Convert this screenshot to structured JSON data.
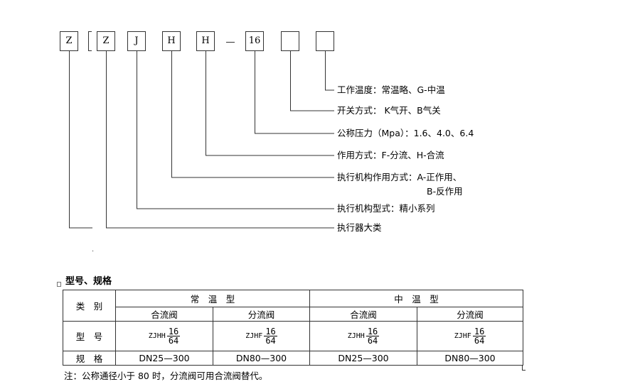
{
  "code": {
    "boxes": [
      "Z",
      "Z",
      "J",
      "H",
      "H",
      "16",
      "",
      ""
    ],
    "dash": "—"
  },
  "descriptions": [
    "工作温度：常温略、G-中温",
    "开关方式： K气开、B气关",
    "公称压力（Mpa）：1.6、4.0、6.4",
    "作用方式：F-分流、H-合流",
    "执行机构作用方式：A-正作用、",
    "B-反作用",
    "执行机构型式：精小系列",
    "执行器大类"
  ],
  "section_title": "型号、规格",
  "table": {
    "category_label": "类　别",
    "group_normal": "常　温　型",
    "group_medium": "中　温　型",
    "sub_headers": [
      "合流阀",
      "分流阀",
      "合流阀",
      "分流阀"
    ],
    "model_label": "型　号",
    "models": [
      {
        "name": "ZJHH",
        "top": "16",
        "bottom": "64"
      },
      {
        "name": "ZJHF",
        "top": "16",
        "bottom": "64"
      },
      {
        "name": "ZJHH",
        "top": "16",
        "bottom": "64"
      },
      {
        "name": "ZJHF",
        "top": "16",
        "bottom": "64"
      }
    ],
    "spec_label": "规　格",
    "specs": [
      "DN25—300",
      "DN80—300",
      "DN25—300",
      "DN80—300"
    ]
  },
  "note": "注：公称通径小于 80 时，分流阀可用合流阀替代。"
}
